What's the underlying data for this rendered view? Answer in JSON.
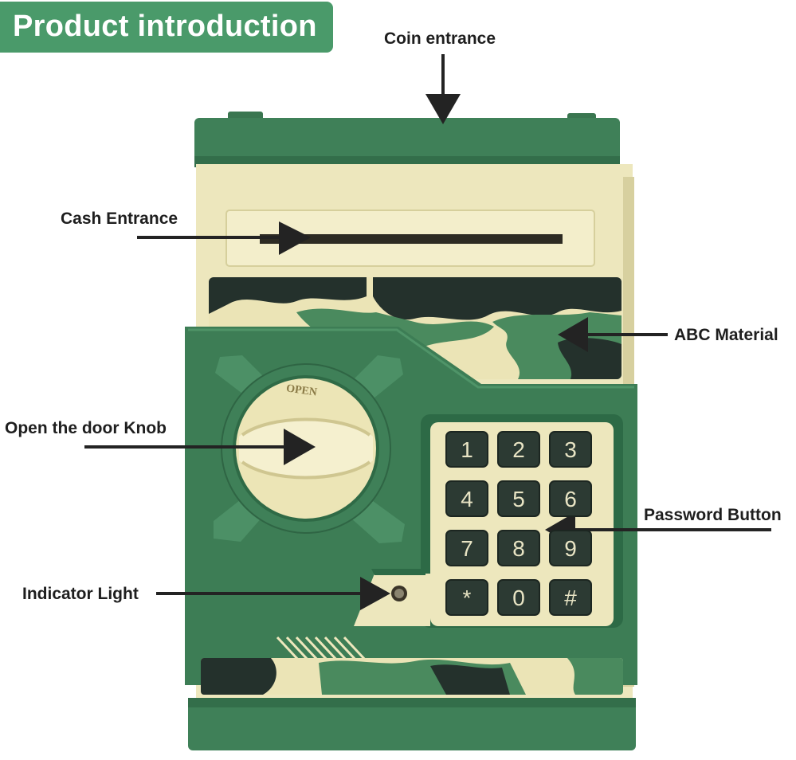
{
  "header": {
    "title": "Product introduction"
  },
  "labels": {
    "coin_entrance": "Coin entrance",
    "cash_entrance": "Cash Entrance",
    "abc_material": "ABC Material",
    "open_knob": "Open the door Knob",
    "password_button": "Password Button",
    "indicator_light": "Indicator Light"
  },
  "product": {
    "knob_text": "OPEN",
    "keypad": [
      "1",
      "2",
      "3",
      "4",
      "5",
      "6",
      "7",
      "8",
      "9",
      "*",
      "0",
      "#"
    ]
  },
  "colors": {
    "title_bg": "#4a9a6a",
    "body_green": "#3d7d55",
    "body_cream": "#ede7bd",
    "camo_dark": "#24312c",
    "camo_green": "#4a8a5e",
    "key_bg": "#2c3a33",
    "key_text": "#e8e4c4"
  }
}
